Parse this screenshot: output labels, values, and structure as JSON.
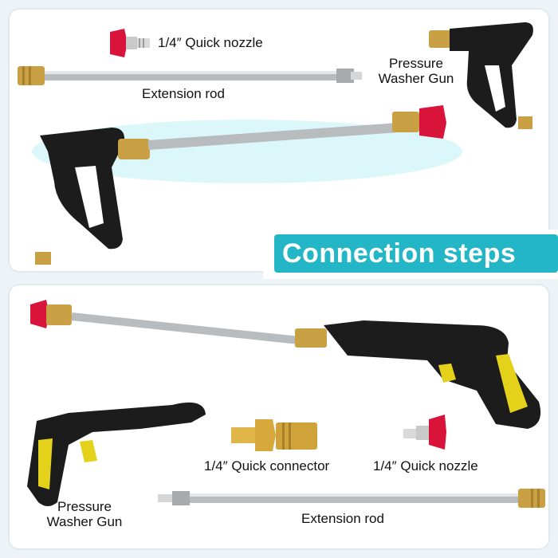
{
  "banner": {
    "title": "Connection steps"
  },
  "top": {
    "nozzle_label": "1/4″ Quick nozzle",
    "rod_label": "Extension rod",
    "gun_label_line1": "Pressure",
    "gun_label_line2": "Washer Gun"
  },
  "bottom": {
    "gun_label_line1": "Pressure",
    "gun_label_line2": "Washer Gun",
    "connector_label": "1/4″ Quick connector",
    "nozzle_label": "1/4″ Quick nozzle",
    "rod_label": "Extension rod"
  },
  "colors": {
    "accent": "#22b6c6",
    "brass": "#c9a043",
    "nozzle_red": "#d8143a",
    "grip_yellow": "#e4d21a",
    "gun_black": "#1c1c1c",
    "steel": "#b9bcbf"
  }
}
